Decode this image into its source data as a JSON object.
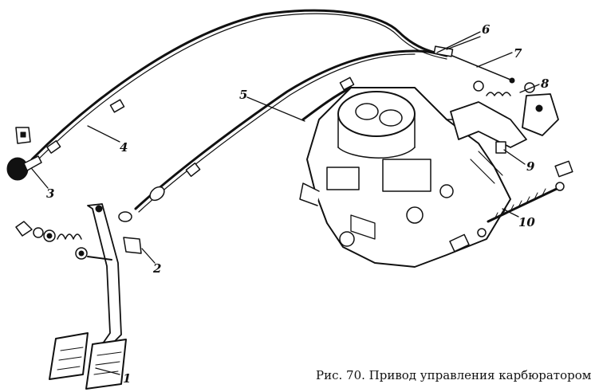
{
  "figure": {
    "caption": "Рис. 70. Привод управления карбюратором",
    "callouts": [
      "1",
      "2",
      "3",
      "4",
      "5",
      "6",
      "7",
      "8",
      "9",
      "10"
    ]
  }
}
